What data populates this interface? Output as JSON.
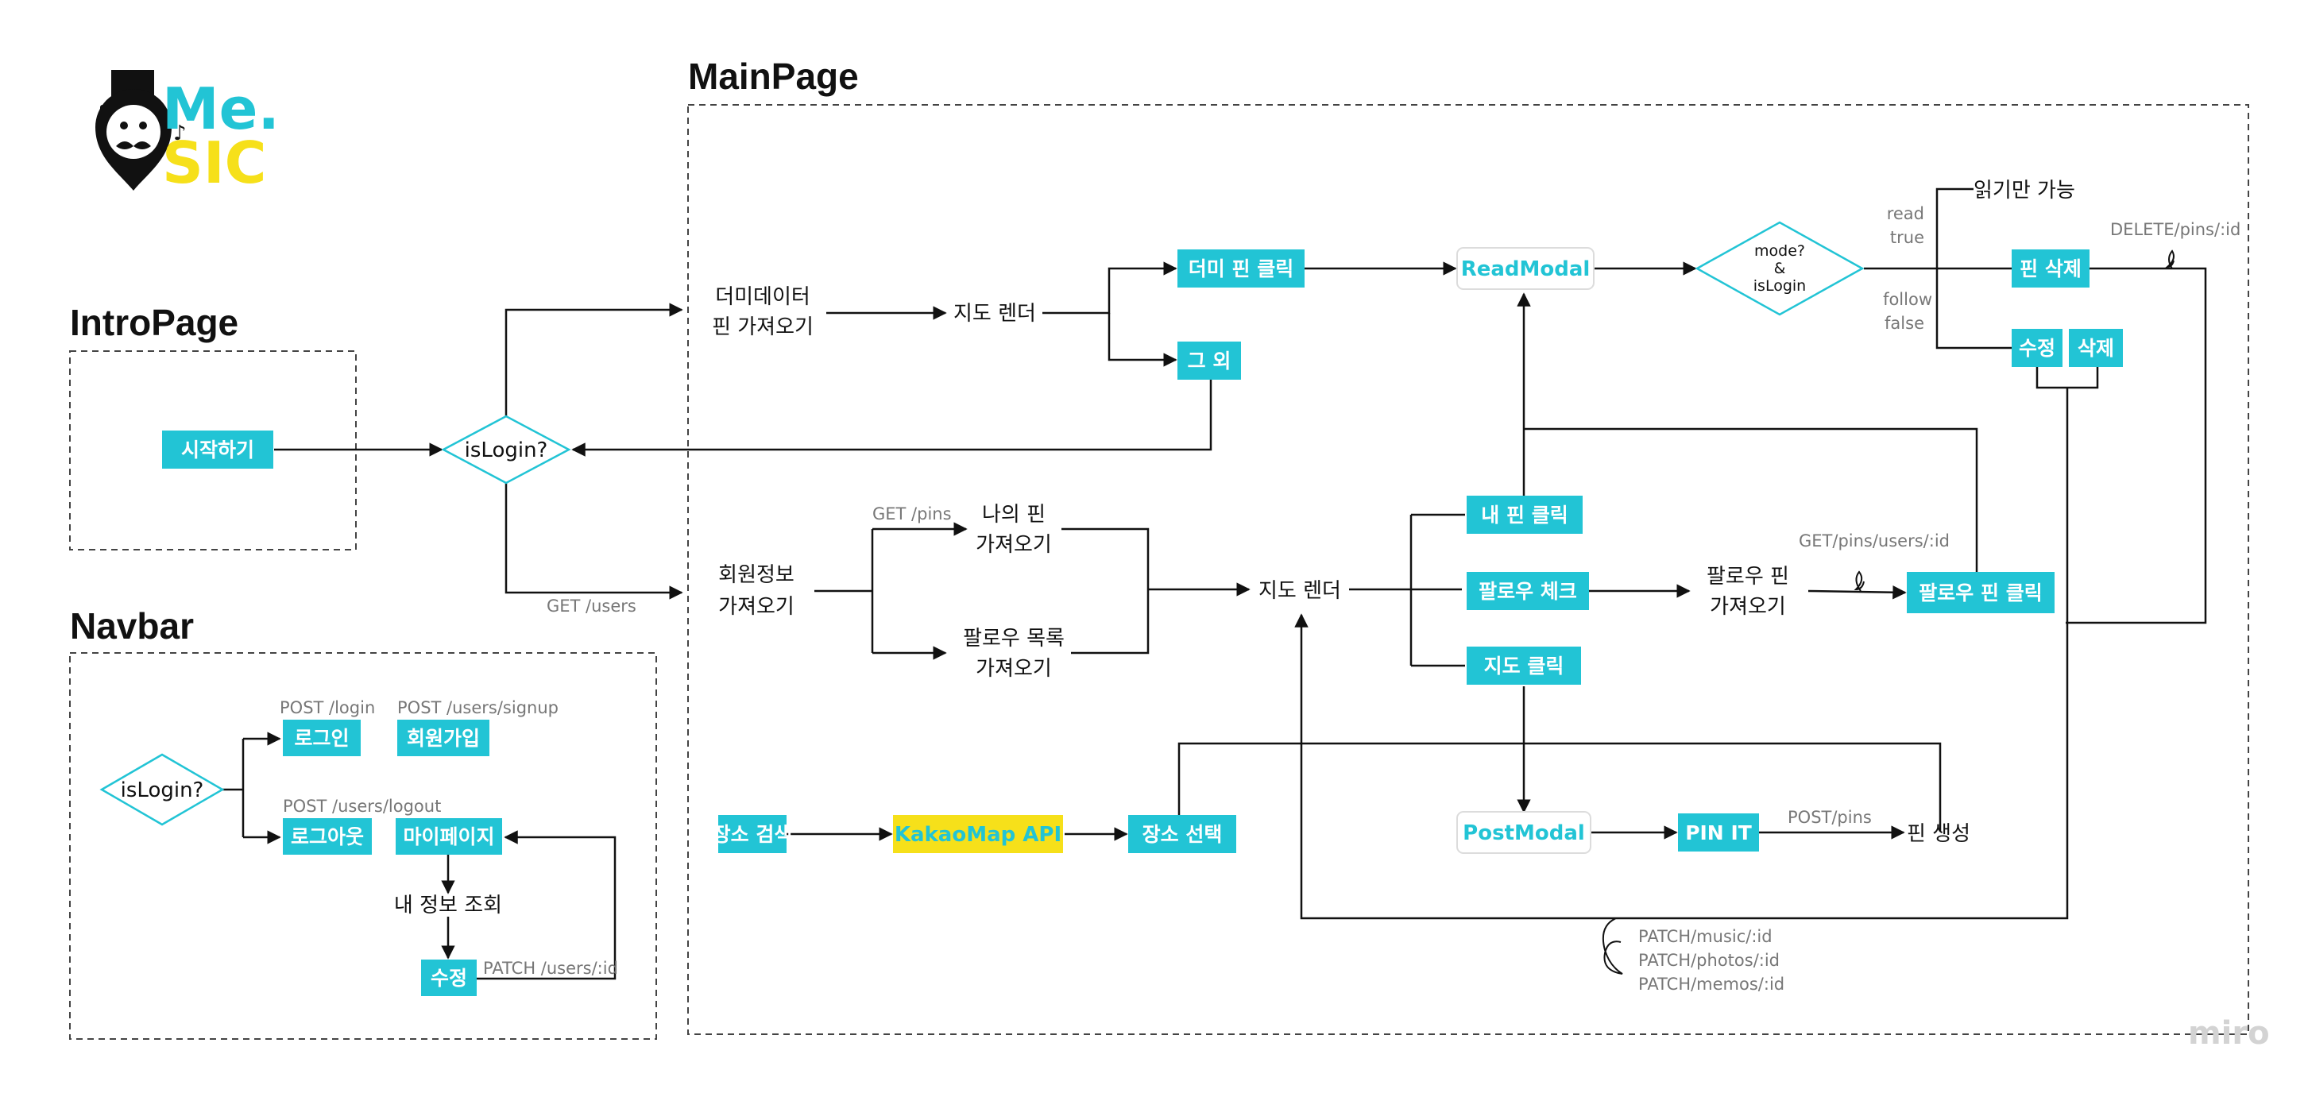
{
  "brand": {
    "logo_me": "Me.",
    "logo_sic": "SIC",
    "watermark": "miro"
  },
  "colors": {
    "accent": "#22c4d5",
    "highlight": "#f6e01a",
    "text": "#111111"
  },
  "sections": {
    "intro": "IntroPage",
    "navbar": "Navbar",
    "main": "MainPage"
  },
  "intro": {
    "start_button": "시작하기",
    "decision": "isLogin?",
    "get_users": "GET /users"
  },
  "navbar": {
    "decision": "isLogin?",
    "login_button": "로그인",
    "login_api": "POST /login",
    "signup_button": "회원가입",
    "signup_api": "POST /users/signup",
    "logout_button": "로그아웃",
    "logout_api": "POST /users/logout",
    "mypage_button": "마이페이지",
    "my_info": "내 정보 조회",
    "edit_button": "수정",
    "patch_api": "PATCH /users/:id"
  },
  "main": {
    "dummy_fetch_line1": "더미데이터",
    "dummy_fetch_line2": "핀 가져오기",
    "map_render_top": "지도 렌더",
    "dummy_pin_click": "더미 핀 클릭",
    "others": "그 외",
    "read_modal": "ReadModal",
    "mode_decision_line1": "mode?",
    "mode_decision_line2": "&",
    "mode_decision_line3": "isLogin",
    "read_label": "read",
    "true_label": "true",
    "follow_label": "follow",
    "false_label": "false",
    "read_only": "읽기만 가능",
    "pin_delete": "핀 삭제",
    "delete_api": "DELETE/pins/:id",
    "edit": "수정",
    "delete": "삭제",
    "user_info_line1": "회원정보",
    "user_info_line2": "가져오기",
    "get_pins": "GET /pins",
    "my_pins_line1": "나의 핀",
    "my_pins_line2": "가져오기",
    "follow_list_line1": "팔로우 목록",
    "follow_list_line2": "가져오기",
    "map_render_mid": "지도 렌더",
    "my_pin_click": "내 핀 클릭",
    "follow_check": "팔로우 체크",
    "map_click": "지도 클릭",
    "follow_pin_fetch_line1": "팔로우 핀",
    "follow_pin_fetch_line2": "가져오기",
    "get_follow_pins": "GET/pins/users/:id",
    "follow_pin_click": "팔로우 핀 클릭",
    "place_search": "장소 검색",
    "kakao_api": "KakaoMap API",
    "place_select": "장소 선택",
    "post_modal": "PostModal",
    "pin_it": "PIN IT",
    "post_pins": "POST/pins",
    "pin_create": "핀 생성",
    "patch_music": "PATCH/music/:id",
    "patch_photos": "PATCH/photos/:id",
    "patch_memos": "PATCH/memos/:id"
  }
}
